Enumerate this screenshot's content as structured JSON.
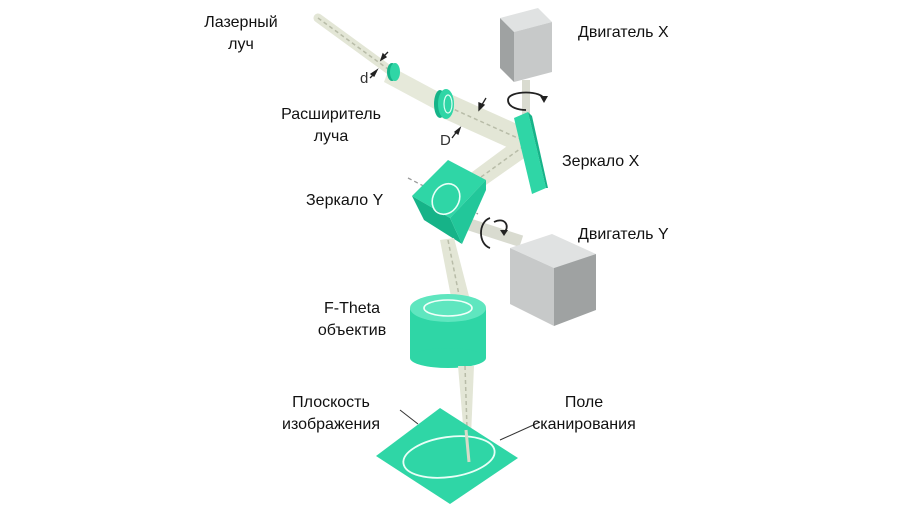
{
  "labels": {
    "laser_beam": [
      "Лазерный",
      "луч"
    ],
    "beam_expander": [
      "Расширитель",
      "луча"
    ],
    "mirror_y": "Зеркало Y",
    "motor_x": "Двигатель X",
    "mirror_x": "Зеркало X",
    "motor_y": "Двигатель Y",
    "f_theta_lens": [
      "F-Theta",
      "объектив"
    ],
    "image_plane": [
      "Плоскость",
      "изображения"
    ],
    "scan_field": [
      "Поле",
      "сканирования"
    ],
    "small_d": "d",
    "large_d": "D"
  },
  "colors": {
    "accent": "#2fd6a6",
    "accent_dark": "#16b388",
    "beam": "#e3e6d6",
    "motor_front": "#c7c9c9",
    "motor_side": "#9fa2a2",
    "motor_top": "#e0e2e2"
  }
}
